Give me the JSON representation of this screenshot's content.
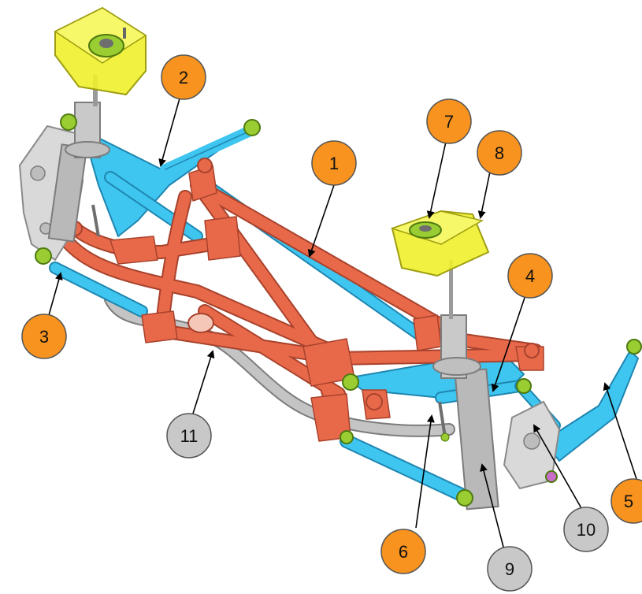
{
  "diagram": {
    "colors": {
      "frame": "#E8694A",
      "frame_edge": "#A8422C",
      "arm": "#3EC6F0",
      "arm_edge": "#1F86B0",
      "mount": "#EFEF2E",
      "mount_edge": "#9E9E10",
      "grey": "#B9B9B9",
      "grey_edge": "#7C7C7C",
      "callout_orange": "#F7931E",
      "callout_grey": "#C8C8C8"
    },
    "callouts": [
      {
        "id": "1",
        "label": "1",
        "color": "orange"
      },
      {
        "id": "2",
        "label": "2",
        "color": "orange"
      },
      {
        "id": "3",
        "label": "3",
        "color": "orange"
      },
      {
        "id": "4",
        "label": "4",
        "color": "orange"
      },
      {
        "id": "5",
        "label": "5",
        "color": "orange"
      },
      {
        "id": "6",
        "label": "6",
        "color": "orange"
      },
      {
        "id": "7",
        "label": "7",
        "color": "orange"
      },
      {
        "id": "8",
        "label": "8",
        "color": "orange"
      },
      {
        "id": "9",
        "label": "9",
        "color": "grey"
      },
      {
        "id": "10",
        "label": "10",
        "color": "grey"
      },
      {
        "id": "11",
        "label": "11",
        "color": "grey"
      }
    ]
  }
}
